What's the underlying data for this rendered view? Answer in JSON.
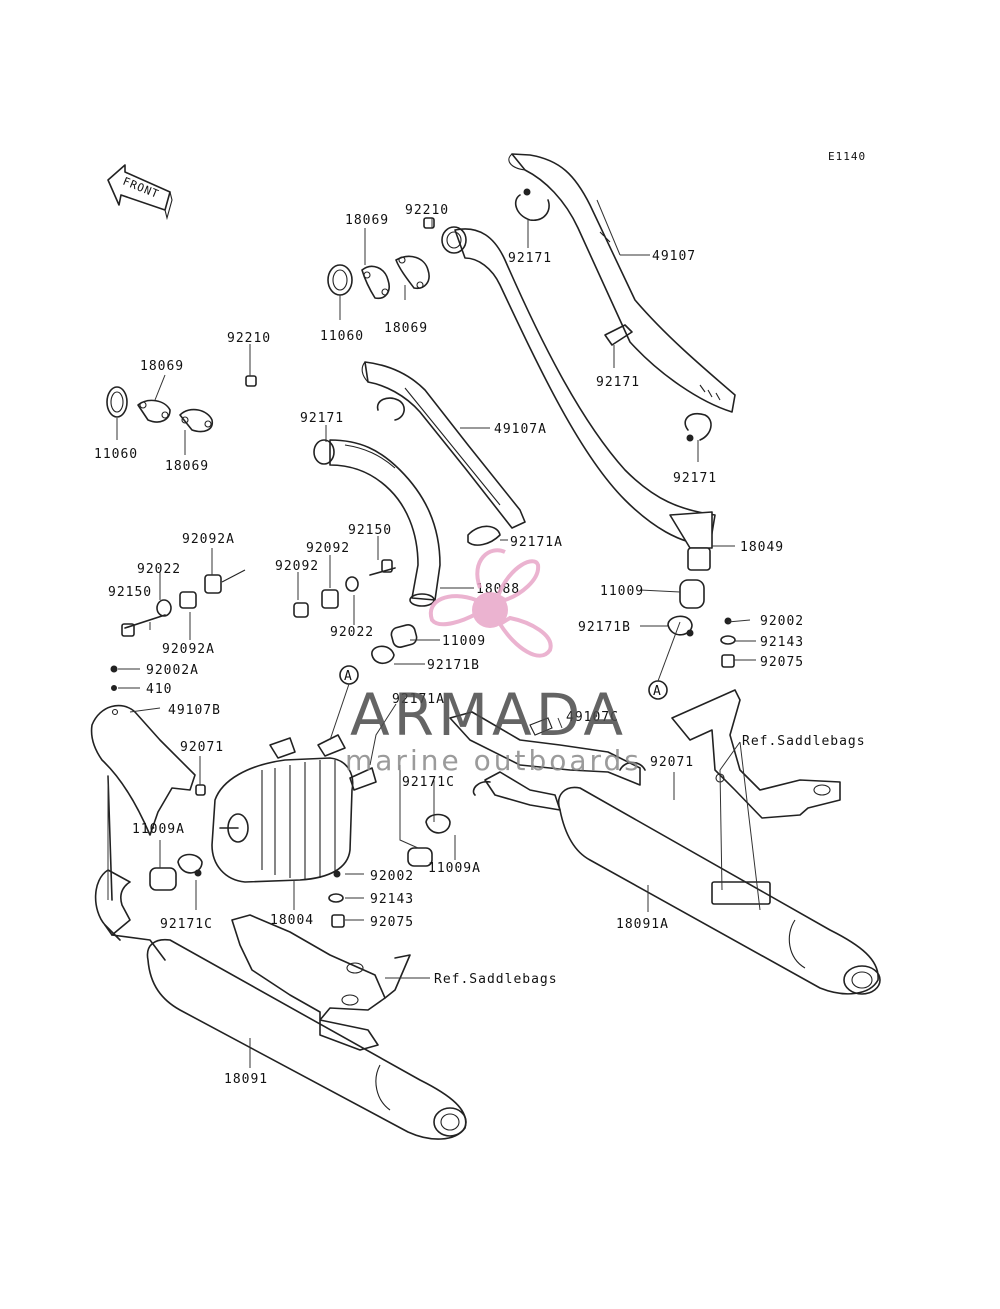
{
  "diagram_code": "E1140",
  "front_label": "FRONT",
  "watermark": {
    "brand": "ARMADA",
    "tagline": "marine outboards",
    "logo_color": "#e8a6c8",
    "brand_color": "#4a4a4a"
  },
  "callout_a": "A",
  "parts": {
    "p49107": "49107",
    "p92171_top": "92171",
    "p92210_top": "92210",
    "p18069_a": "18069",
    "p18069_b": "18069",
    "p11060_top": "11060",
    "p92171_mid": "92171",
    "p92171_right": "92171",
    "p92210_left": "92210",
    "p18069_c": "18069",
    "p18069_d": "18069",
    "p11060_left": "11060",
    "p92171_left": "92171",
    "p49107A": "49107A",
    "p92171A_top": "92171A",
    "p18049": "18049",
    "p11009_right": "11009",
    "p92171B_right": "92171B",
    "p92092A_a": "92092A",
    "p92022_left": "92022",
    "p92150_left": "92150",
    "p92092A_b": "92092A",
    "p92150_mid": "92150",
    "p92092_a": "92092",
    "p92092_b": "92092",
    "p92022_mid": "92022",
    "p18088": "18088",
    "p11009_mid": "11009",
    "p92171B_mid": "92171B",
    "p92002A": "92002A",
    "p410": "410",
    "p49107B": "49107B",
    "p92071_left": "92071",
    "p92171A_mid": "92171A",
    "p49107C": "49107C",
    "p92002_right": "92002",
    "p92143_right": "92143",
    "p92075_right": "92075",
    "ref_saddlebags_right": "Ref.Saddlebags",
    "p92071_right": "92071",
    "p92171C_mid": "92171C",
    "p11009A_left": "11009A",
    "p11009A_mid": "11009A",
    "p92171C_left": "92171C",
    "p18004": "18004",
    "p92002_mid": "92002",
    "p92143_mid": "92143",
    "p92075_mid": "92075",
    "ref_saddlebags_left": "Ref.Saddlebags",
    "p18091A": "18091A",
    "p18091": "18091"
  }
}
